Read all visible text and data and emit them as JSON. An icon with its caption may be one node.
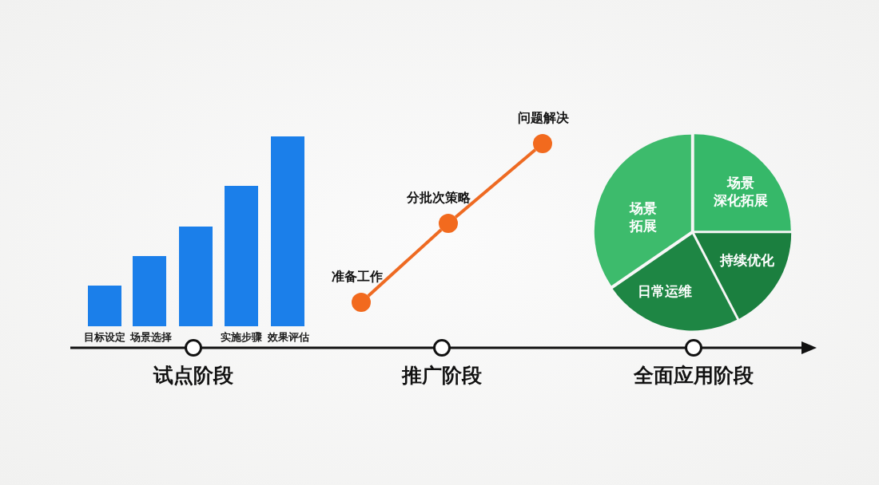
{
  "diagram": {
    "nodes": [
      {
        "text": [],
        "shape": "bar",
        "beside": [
          "目标设定"
        ]
      },
      {
        "text": [],
        "shape": "bar",
        "beside": [
          "场景选择"
        ]
      },
      {
        "text": [],
        "shape": "bar"
      },
      {
        "text": [],
        "shape": "bar",
        "beside": [
          "实施步骤"
        ]
      },
      {
        "text": [],
        "shape": "bar",
        "beside": [
          "效果评估"
        ]
      },
      {
        "text": [
          "准备工作"
        ]
      },
      {
        "text": [
          "分批次策略"
        ]
      },
      {
        "text": [
          "问题解决"
        ]
      },
      {
        "text": [
          "场景拓展"
        ]
      },
      {
        "text": [
          "场景深化拓展"
        ]
      },
      {
        "text": [
          "持续优化"
        ]
      },
      {
        "text": [
          "日常运维"
        ]
      },
      {
        "text": [
          "试点阶段"
        ]
      },
      {
        "text": [
          "推广阶段"
        ]
      },
      {
        "text": [
          "全面应用阶段"
        ]
      }
    ],
    "edges": [
      {
        "from": 5,
        "to": 6,
        "arrow": "none"
      },
      {
        "from": 6,
        "to": 7,
        "arrow": "none"
      }
    ]
  }
}
